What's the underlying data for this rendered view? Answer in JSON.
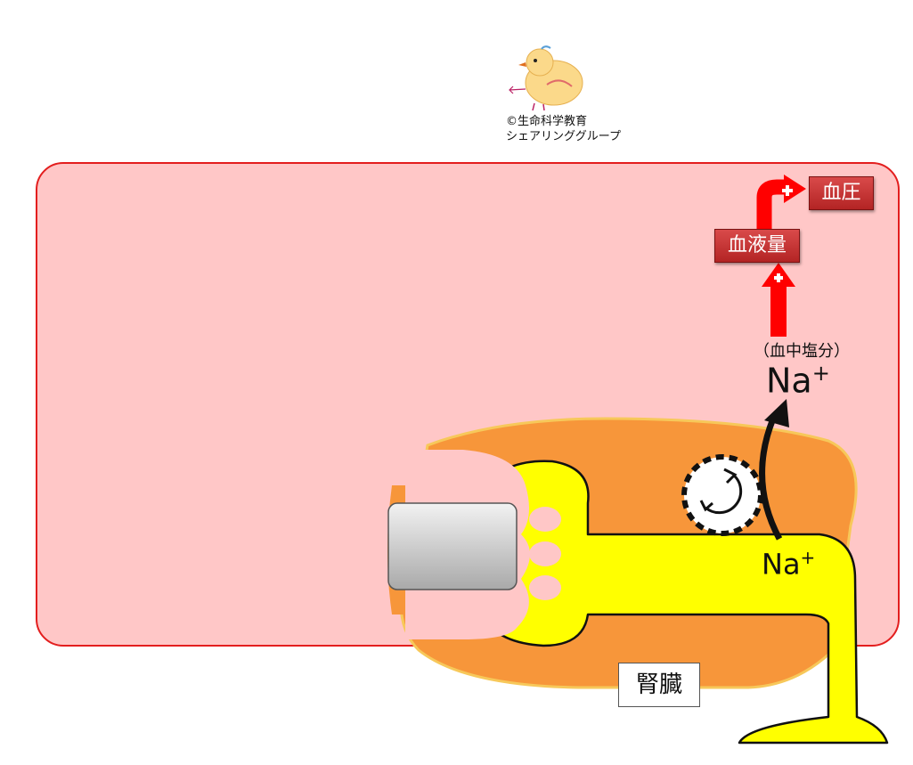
{
  "credit": {
    "line1": "©生命科学教育",
    "line2": "シェアリンググループ"
  },
  "labels": {
    "blood_pressure": "血圧",
    "blood_volume": "血液量",
    "blood_salt": "（血中塩分）",
    "na_upper": "Na",
    "na_lower": "Na",
    "plus_sign": "+",
    "kidney": "腎臓"
  },
  "colors": {
    "blood_fill": "#ffc7c7",
    "blood_border": "#e31e1e",
    "kidney": "#f7963a",
    "tubule": "#ffff00",
    "red_arrow": "#ff0000",
    "label_box": "#c0302f"
  },
  "icons": {
    "mascot": "chick-drawing",
    "transporter": "circular-arrow-icon"
  }
}
